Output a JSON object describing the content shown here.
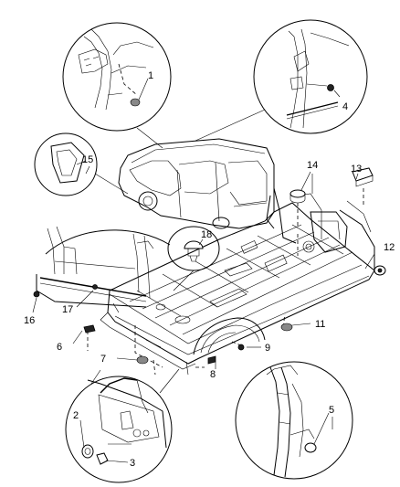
{
  "callouts": [
    {
      "id": "1",
      "label": "1"
    },
    {
      "id": "2",
      "label": "2"
    },
    {
      "id": "3",
      "label": "3"
    },
    {
      "id": "4",
      "label": "4"
    },
    {
      "id": "5",
      "label": "5"
    },
    {
      "id": "6",
      "label": "6"
    },
    {
      "id": "7",
      "label": "7"
    },
    {
      "id": "8",
      "label": "8"
    },
    {
      "id": "9",
      "label": "9"
    },
    {
      "id": "11",
      "label": "11"
    },
    {
      "id": "12",
      "label": "12"
    },
    {
      "id": "13",
      "label": "13"
    },
    {
      "id": "14",
      "label": "14"
    },
    {
      "id": "15",
      "label": "15"
    },
    {
      "id": "16",
      "label": "16"
    },
    {
      "id": "17",
      "label": "17"
    },
    {
      "id": "18",
      "label": "18"
    }
  ]
}
